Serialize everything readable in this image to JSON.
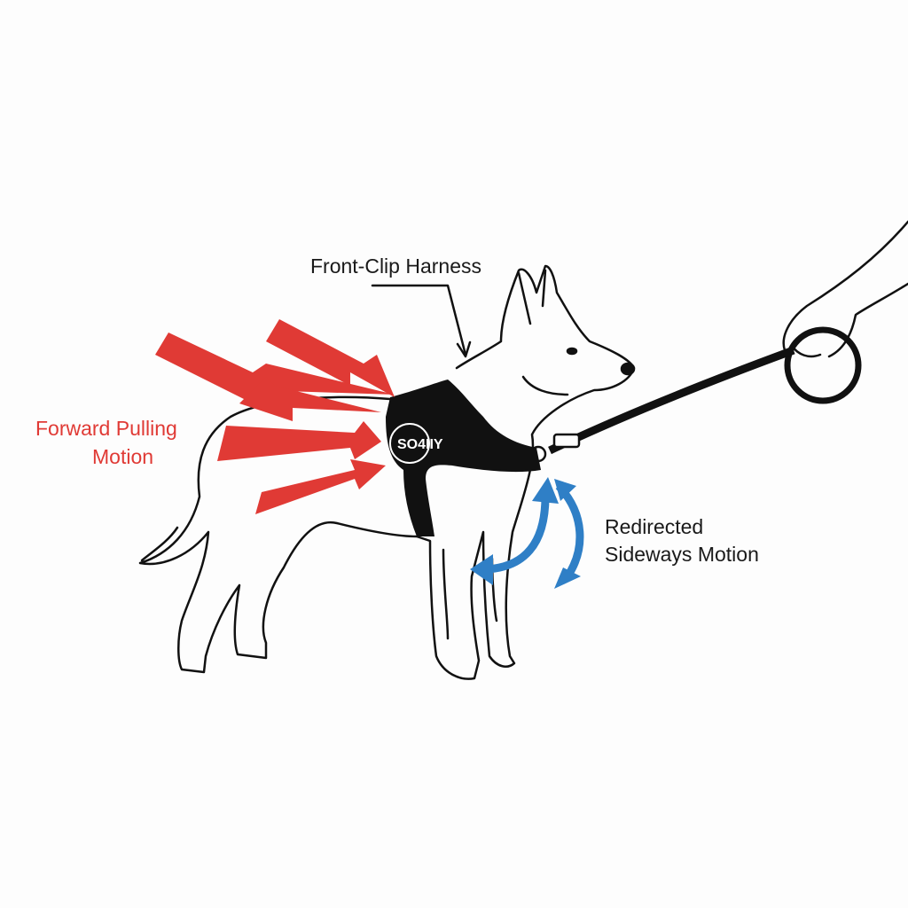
{
  "labels": {
    "harness": "Front-Clip Harness",
    "forward_line1": "Forward Pulling",
    "forward_line2": "Motion",
    "sideways_line1": "Redirected",
    "sideways_line2": "Sideways Motion"
  },
  "harness_logo": "SO4IIY",
  "colors": {
    "forward_arrows": "#e03a35",
    "sideways_arrows": "#2f7fc6",
    "harness": "#111111",
    "outline": "#111111"
  }
}
